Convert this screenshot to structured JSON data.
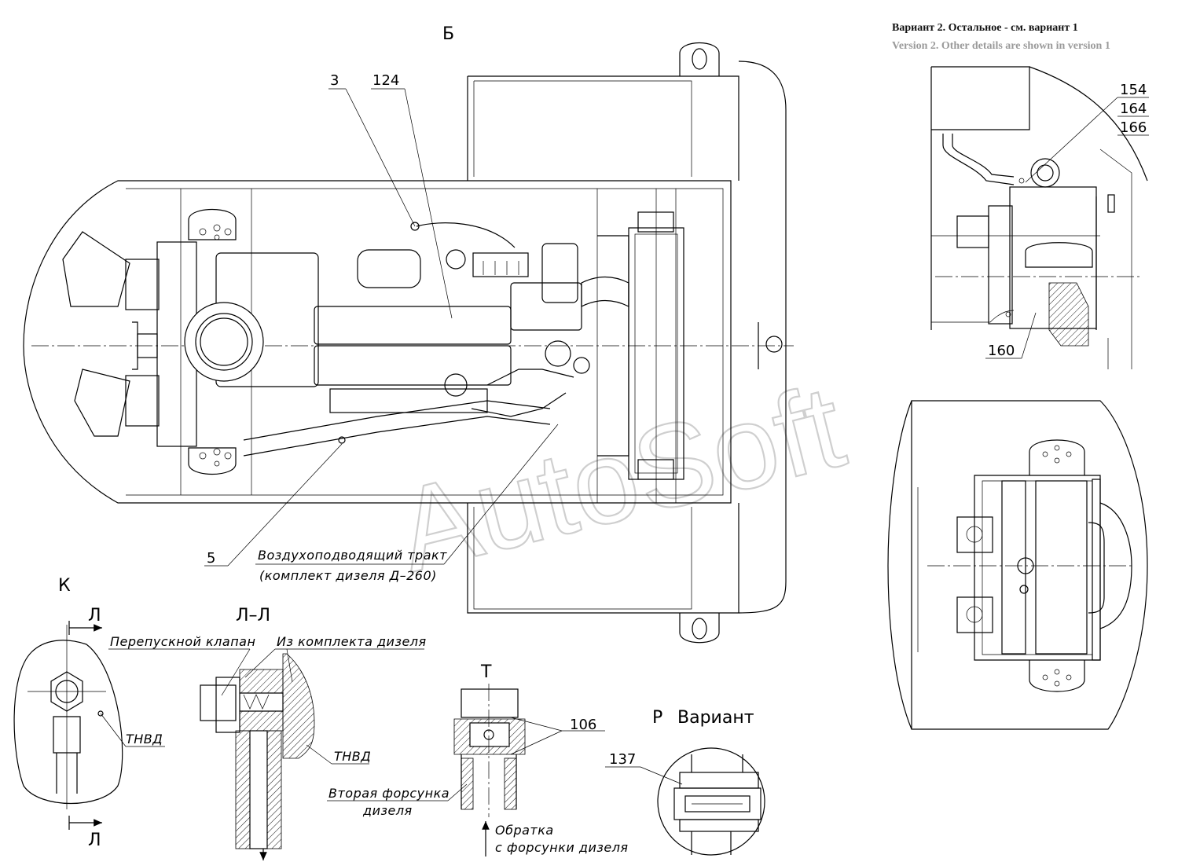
{
  "notes": {
    "ru": "Вариант 2. Остальное - см. вариант 1",
    "en": "Version 2. Other details are shown in version 1"
  },
  "views": {
    "b": "Б",
    "k": "К",
    "ll": "Л–Л",
    "l": "Л",
    "t": "Т",
    "r": "Р",
    "r_variant": "Вариант"
  },
  "callouts": {
    "n3": "3",
    "n124": "124",
    "n5": "5",
    "n154": "154",
    "n164": "164",
    "n166": "166",
    "n160": "160",
    "n106": "106",
    "n137": "137"
  },
  "labels": {
    "air_duct": "Воздухоподводящий тракт",
    "air_duct_kit": "(комплект дизеля Д–260)",
    "bypass_valve": "Перепускной клапан",
    "from_kit": "Из комплекта дизеля",
    "tnvd_k": "ТНВД",
    "tnvd_ll": "ТНВД",
    "second_injector_1": "Вторая форсунка",
    "second_injector_2": "дизеля",
    "return_1": "Обратка",
    "return_2": "с форсунки дизеля"
  },
  "watermark": "AutoSoft"
}
